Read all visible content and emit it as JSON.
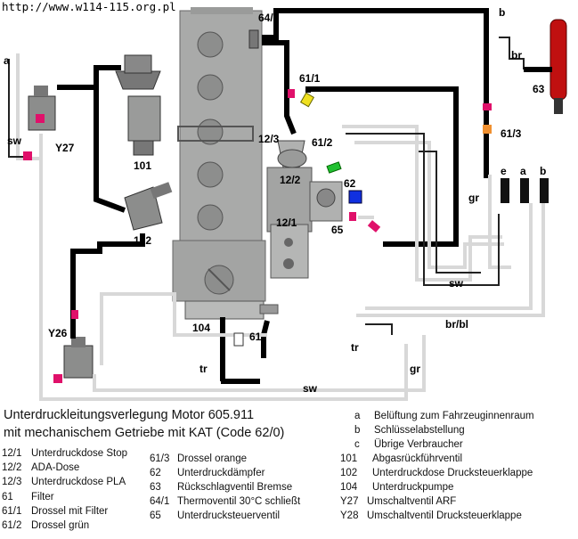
{
  "source_url": "http://www.w114-115.org.pl",
  "title": {
    "line1": "Unterdruckleitungsverlegung Motor 605.911",
    "line2": "mit mechanischem Getriebe mit KAT (Code 62/0)"
  },
  "diagram_labels": {
    "l64_1": "64/1",
    "l61_1": "61/1",
    "l12_3": "12/3",
    "l61_2": "61/2",
    "l12_2": "12/2",
    "l62": "62",
    "l12_1": "12/1",
    "l65": "65",
    "l101": "101",
    "lY27": "Y27",
    "lsw_left": "sw",
    "la_left": "a",
    "l102": "102",
    "lY26": "Y26",
    "l104": "104",
    "l61": "61",
    "ltr_mid": "tr",
    "ltr_low": "tr",
    "lgr_low": "gr",
    "lsw_bottom": "sw",
    "lb_top": "b",
    "lbr": "br",
    "l63": "63",
    "l61_3": "61/3",
    "le": "e",
    "la_right": "a",
    "lb_right": "b",
    "lgr_right": "gr",
    "lsw_right": "sw",
    "lbrbl": "br/bl"
  },
  "legend": {
    "col1": [
      {
        "code": "12/1",
        "text": "Unterdruckdose Stop"
      },
      {
        "code": "12/2",
        "text": "ADA-Dose"
      },
      {
        "code": "12/3",
        "text": "Unterdruckdose PLA"
      },
      {
        "code": "61",
        "text": "Filter"
      },
      {
        "code": "61/1",
        "text": "Drossel mit Filter"
      },
      {
        "code": "61/2",
        "text": "Drossel grün"
      }
    ],
    "col2": [
      {
        "code": "61/3",
        "text": "Drossel orange"
      },
      {
        "code": "62",
        "text": "Unterdruckdämpfer"
      },
      {
        "code": "63",
        "text": "Rückschlagventil Bremse"
      },
      {
        "code": "64/1",
        "text": "Thermoventil 30°C schließt"
      },
      {
        "code": "65",
        "text": "Unterdrucksteuerventil"
      }
    ],
    "col3": [
      {
        "code": "a",
        "text": "Belüftung zum Fahrzeuginnenraum"
      },
      {
        "code": "b",
        "text": "Schlüsselabstellung"
      },
      {
        "code": "c",
        "text": "Übrige Verbraucher"
      },
      {
        "code": "101",
        "text": "Abgasrückführventil"
      },
      {
        "code": "102",
        "text": "Unterdruckdose Drucksteuerklappe"
      },
      {
        "code": "104",
        "text": "Unterdruckpumpe"
      },
      {
        "code": "Y27",
        "text": "Umschaltventil ARF"
      },
      {
        "code": "Y28",
        "text": "Umschaltventil Drucksteuerklappe"
      }
    ]
  },
  "colors": {
    "hose_black": "#000000",
    "engine_gray": "#a9aaa9",
    "drossel_magenta": "#e0106a",
    "drossel_yellow": "#f0e020",
    "drossel_green": "#20c030",
    "drossel_orange": "#f09030",
    "damper_blue": "#1030e0",
    "check_valve_red": "#c01010"
  }
}
